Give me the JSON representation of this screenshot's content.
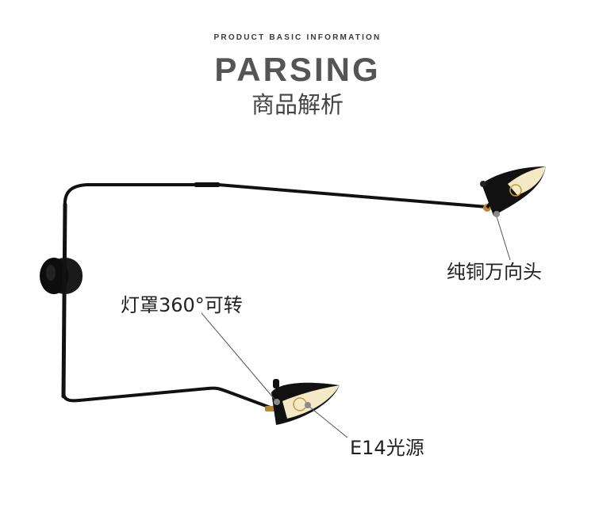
{
  "header": {
    "eyebrow": "PRODUCT BASIC INFORMATION",
    "title": "PARSING",
    "subtitle": "商品解析"
  },
  "callouts": {
    "brass_joint": "纯铜万向头",
    "shade_rotation": "灯罩360°可转",
    "bulb_type": "E14光源"
  },
  "colors": {
    "background": "#ffffff",
    "lamp_body": "#111111",
    "shade_inner": "#f3e9c4",
    "brass": "#b8862e",
    "leader_line": "#555555",
    "title_text": "#555555"
  },
  "icons": {
    "lamp": "wall-lamp-illustration"
  }
}
